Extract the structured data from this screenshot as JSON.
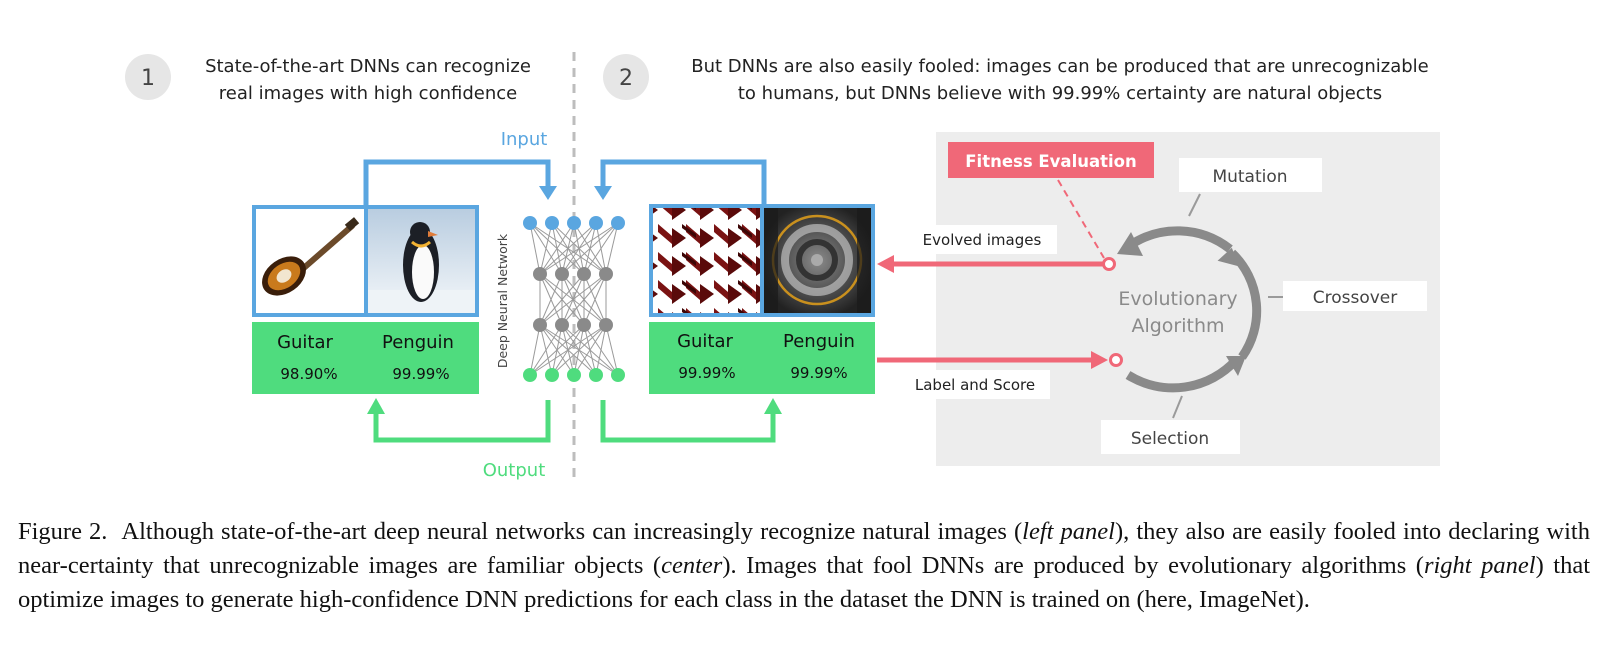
{
  "step1": {
    "number": "1",
    "line1": "State-of-the-art DNNs can recognize",
    "line2": "real images with high confidence"
  },
  "step2": {
    "number": "2",
    "line1": "But DNNs are also easily fooled: images can be produced that are unrecognizable",
    "line2": "to humans, but DNNs believe with 99.99% certainty are natural objects"
  },
  "flow": {
    "input_label": "Input",
    "output_label": "Output",
    "network_label": "Deep Neural Network"
  },
  "left_panel": {
    "images": [
      "guitar-photo",
      "penguin-photo"
    ],
    "results": [
      {
        "label": "Guitar",
        "score": "98.90%"
      },
      {
        "label": "Penguin",
        "score": "99.99%"
      }
    ]
  },
  "center_panel": {
    "images": [
      "evolved-guitar-pattern",
      "evolved-penguin-pattern"
    ],
    "results": [
      {
        "label": "Guitar",
        "score": "99.99%"
      },
      {
        "label": "Penguin",
        "score": "99.99%"
      }
    ]
  },
  "evolution": {
    "fitness_label": "Fitness Evaluation",
    "evolved_images_label": "Evolved images",
    "label_score_label": "Label and Score",
    "center_line1": "Evolutionary",
    "center_line2": "Algorithm",
    "mutation": "Mutation",
    "crossover": "Crossover",
    "selection": "Selection"
  },
  "colors": {
    "blue": "#5aa6e0",
    "green": "#4fdc7e",
    "red": "#f06878",
    "gray_panel": "#ededed",
    "arc_gray": "#8a8a8a"
  },
  "caption": {
    "label": "Figure 2.",
    "t1": "Although state-of-the-art deep neural networks can increasingly recognize natural images (",
    "i1": "left panel",
    "t2": "), they also are easily fooled into declaring with near-certainty that unrecognizable images are familiar objects (",
    "i2": "center",
    "t3": "). Images that fool DNNs are produced by evolutionary algorithms (",
    "i3": "right panel",
    "t4": ") that optimize images to generate high-confidence DNN predictions for each class in the dataset the DNN is trained on (here, ImageNet)."
  }
}
